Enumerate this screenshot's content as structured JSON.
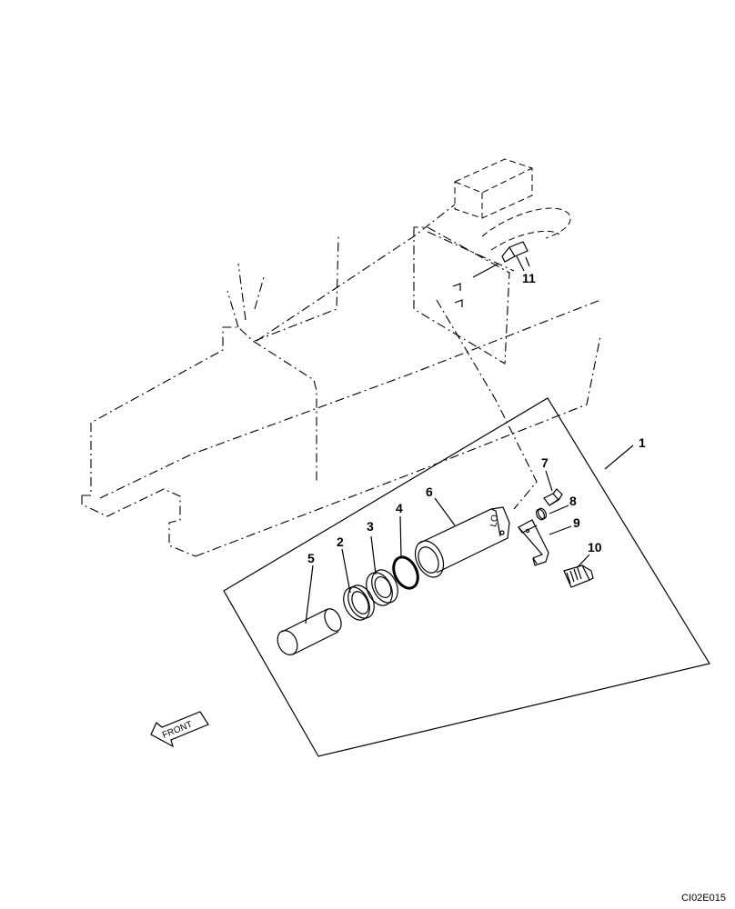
{
  "callouts": {
    "c1": "1",
    "c2": "2",
    "c3": "3",
    "c4": "4",
    "c5": "5",
    "c6": "6",
    "c7": "7",
    "c8": "8",
    "c9": "9",
    "c10": "10",
    "c11": "11"
  },
  "front_label": "FRONT",
  "reference_code": "CI02E015"
}
